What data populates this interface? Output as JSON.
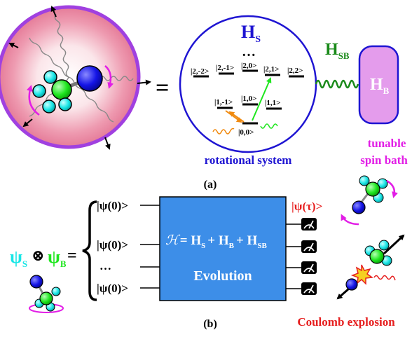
{
  "panel_a": {
    "label": "(a)",
    "equals": "=",
    "system": {
      "title_main": "H",
      "title_sub": "S",
      "ellipsis": "…",
      "caption": "rotational system",
      "levels": {
        "l2m2": "|2,-2>",
        "l2m1": "|2,-1>",
        "l20": "|2,0>",
        "l21": "|2,1>",
        "l22": "|2,2>",
        "l1m1": "|1,-1>",
        "l10": "|1,0>",
        "l11": "|1,1>",
        "l00": "|0,0>"
      }
    },
    "coupling": {
      "main": "H",
      "sub": "SB"
    },
    "bath": {
      "main": "H",
      "sub": "B",
      "caption_line1": "tunable",
      "caption_line2": "spin bath"
    }
  },
  "panel_b": {
    "label": "(b)",
    "state": {
      "psi_s_main": "ψ",
      "psi_s_sub": "S",
      "otimes": "⊗",
      "psi_b_main": "ψ",
      "psi_b_sub": "B",
      "equals": "="
    },
    "inputs": [
      "|ψ(0)>",
      "|ψ(0)>",
      "…",
      "|ψ(0)>"
    ],
    "box": {
      "hamiltonian_script": "ℋ",
      "eq_part": "= H",
      "s_sub": "S",
      "plus1": "+ H",
      "b_sub": "B",
      "plus2": "+ H",
      "sb_sub": "SB",
      "evolution": "Evolution"
    },
    "output_state": "|ψ(τ)>",
    "coulomb": "Coulomb explosion"
  },
  "colors": {
    "blue_text": "#1e14d2",
    "green_text": "#1a8a1a",
    "magenta_text": "#e21ee6",
    "red_text": "#e61e1e",
    "box_fill": "#3d8ee8",
    "bath_fill": "#e49cec",
    "sphere_rim": "#a040e0",
    "cyan": "#18e6e6",
    "green_atom": "#1ee61e",
    "blue_atom": "#1414e6"
  }
}
